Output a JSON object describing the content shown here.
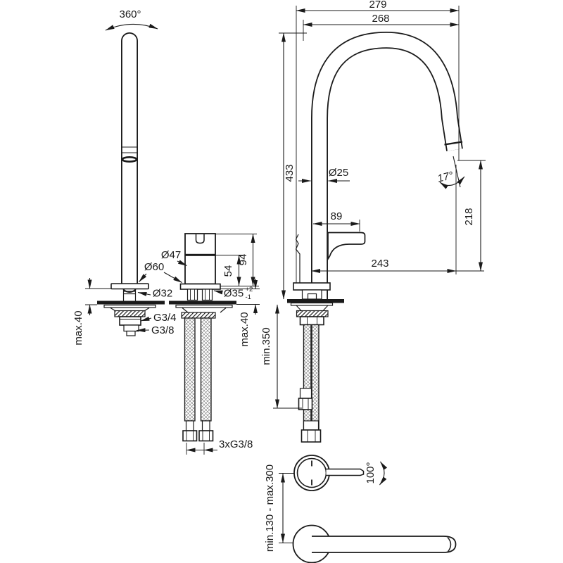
{
  "drawing": {
    "front_view": {
      "swivel_angle": "360°",
      "handle_body_diameter": "Ø47",
      "base_diameter": "Ø60",
      "spout_pillar_diameter": "Ø32",
      "mounting_hole_diameter": "Ø35",
      "mounting_hole_tol_plus": "+2",
      "mounting_hole_tol_minus": "-1",
      "handle_upper_height": "54",
      "handle_total_height": "94",
      "spout_deck_thickness": "max.40",
      "handle_deck_thickness": "max.40",
      "thread_upper": "G3/4",
      "thread_lower": "G3/8",
      "hose_threads": "3xG3/8"
    },
    "side_view": {
      "overall_depth": "279",
      "spout_top_depth": "268",
      "overall_height": "433",
      "spout_tube_diameter": "Ø25",
      "handle_length": "89",
      "spout_reach": "243",
      "outlet_height": "218",
      "outlet_angle": "17°",
      "hose_min_length": "min.350"
    },
    "top_view": {
      "handle_swing_angle": "100°",
      "handle_range": "min.130 - max.300"
    }
  }
}
